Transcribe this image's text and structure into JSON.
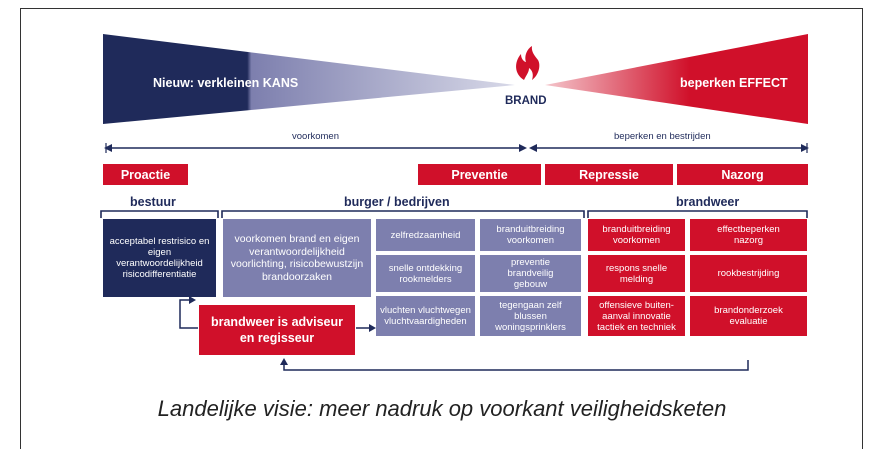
{
  "funnel": {
    "left_label": "Nieuw: verkleinen KANS",
    "right_label": "beperken EFFECT",
    "center_label": "BRAND",
    "icon": "flame-icon"
  },
  "arrows": {
    "left_label": "voorkomen",
    "right_label": "beperken en bestrijden"
  },
  "phases": {
    "proactie": "Proactie",
    "preventie": "Preventie",
    "repressie": "Repressie",
    "nazorg": "Nazorg"
  },
  "groups": {
    "bestuur": "bestuur",
    "burger": "burger / bedrijven",
    "brandweer": "brandweer"
  },
  "boxes": {
    "bestuur_text": "acceptabel restrisico en eigen verantwoordelijkheid risicodifferentiatie",
    "burger_main": "voorkomen brand en eigen verantwoordelijkheid voorlichting, risicobewustzijn brandoorzaken",
    "zelfred": "zelfredzaamheid",
    "snelle_ontdekking": "snelle ontdekking rookmelders",
    "vluchten": "vluchten vluchtwegen vluchtvaardigheden",
    "uitbreiding_voorkomen": "branduitbreiding voorkomen",
    "preventie_gebouw": "preventie brandveilig gebouw",
    "tegengaan": "tegengaan zelf blussen woningsprinklers",
    "bw_uitbreiding": "branduitbreiding voorkomen",
    "respons": "respons snelle melding",
    "offensieve": "offensieve buiten-aanval innovatie tactiek en techniek",
    "effectbeperken": "effectbeperken nazorg",
    "rookbestrijding": "rookbestrijding",
    "brandonderzoek": "brandonderzoek evaluatie",
    "adviseur": "brandweer is adviseur en regisseur"
  },
  "caption": "Landelijke visie: meer nadruk op voorkant veiligheidsketen",
  "colors": {
    "red": "#d0102a",
    "navy": "#1f2a5a",
    "lavender": "#7d7fae"
  }
}
